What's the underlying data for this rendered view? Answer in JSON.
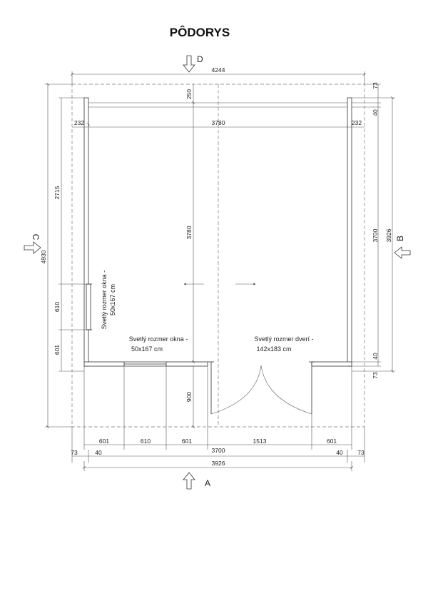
{
  "title": "PÔDORYS",
  "views": {
    "a": "A",
    "b": "B",
    "c": "C",
    "d": "D"
  },
  "notes": {
    "window_front_line1": "Svetlý rozmer okna -",
    "window_front_line2": "50x167 cm",
    "door_line1": "Svetlý rozmer dverí -",
    "door_line2": "142x183 cm",
    "window_side_line1": "Svetlý rozmer okna -",
    "window_side_line2": "50x167 cm"
  },
  "dimensions": {
    "top_overall": "4244",
    "top_inner": "3780",
    "top_left_wall": "232",
    "top_right_wall": "232",
    "top_overhang": "250",
    "right_top_73": "73",
    "right_top_40": "40",
    "right_bottom_40": "40",
    "right_bottom_73": "73",
    "right_inner": "3700",
    "right_overall": "3926",
    "left_overall": "4930",
    "left_upper": "2715",
    "left_window": "610",
    "left_lower": "601",
    "center_vertical": "3780",
    "center_front": "900",
    "bottom_601_a": "601",
    "bottom_610": "610",
    "bottom_601_b": "601",
    "bottom_1513": "1513",
    "bottom_601_c": "601",
    "bottom_73_left": "73",
    "bottom_40_left": "40",
    "bottom_3700": "3700",
    "bottom_40_right": "40",
    "bottom_73_right": "73",
    "bottom_3926": "3926"
  }
}
